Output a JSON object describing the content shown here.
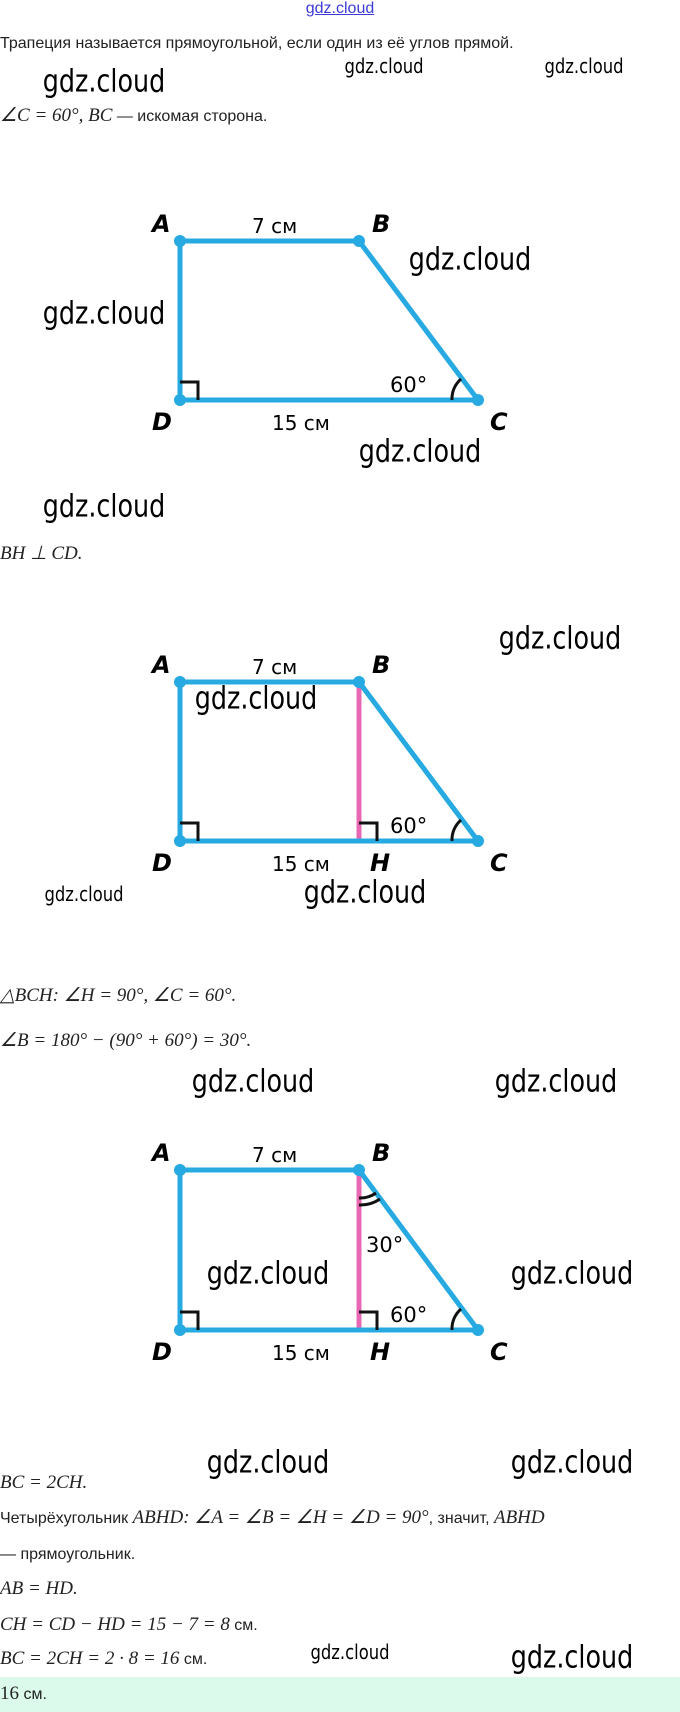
{
  "header": {
    "site": "gdz.cloud"
  },
  "lines": {
    "definition": "Трапеция называется прямоугольной, если один из её углов прямой.",
    "given_math": "∠C = 60°, BC",
    "given_text": " — искомая сторона.",
    "construct": "BH ⊥ CD.",
    "triangle": "△BCH: ∠H = 90°, ∠C = 60°.",
    "angle_b": "∠B = 180° − (90° + 60°) = 30°.",
    "bc_2ch": "BC = 2CH.",
    "quad_text": "Четырёхугольник ",
    "quad_math": "ABHD: ∠A = ∠B = ∠H = ∠D = 90°",
    "quad_text2": ", значит, ",
    "quad_math2": "ABHD",
    "quad_line2": "— прямоугольник.",
    "ab_hd": "AB = HD.",
    "ch_math": "CH = CD − HD = 15 − 7 = 8",
    "bc_math": "BC = 2CH = 2 · 8 = 16",
    "unit": " см."
  },
  "answer": {
    "value": "16",
    "unit": " см."
  },
  "figure": {
    "labels": {
      "A": "A",
      "B": "B",
      "C": "C",
      "D": "D",
      "H": "H"
    },
    "top_length": "7 см",
    "bottom_length": "15 см",
    "angle_c": "60°",
    "angle_b": "30°",
    "colors": {
      "side": "#27a9e1",
      "height": "#e868b4",
      "text": "#222222"
    }
  },
  "watermark": "gdz.cloud"
}
